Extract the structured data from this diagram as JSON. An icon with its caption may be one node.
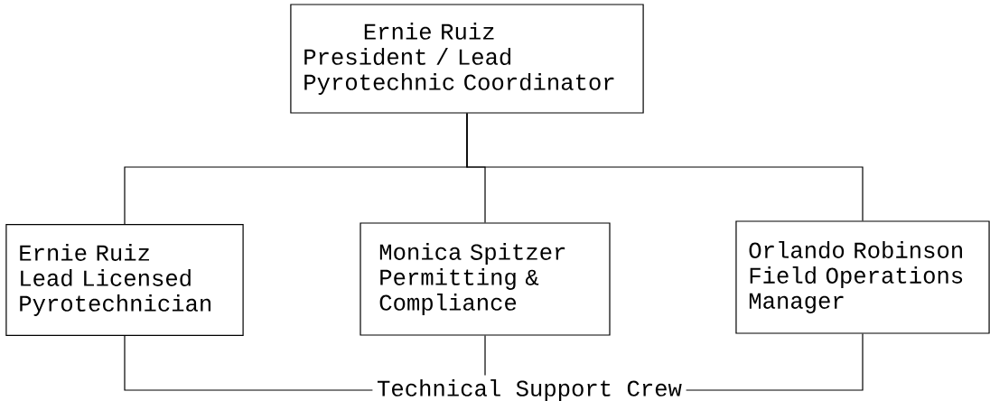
{
  "diagram": {
    "nodes": [
      {
        "text": [
          "Ernie Ruiz",
          "President / Lead Pyrotechnic Coordinator"
        ]
      },
      {
        "text": [
          "Ernie Ruiz",
          "Lead Licensed Pyrotechnician"
        ]
      },
      {
        "text": [
          "Monica Spitzer",
          "Permitting & Compliance"
        ]
      },
      {
        "text": [
          "Orlando Robinson",
          "Field Operations Manager"
        ]
      },
      {
        "text": [
          "Technical Support Crew"
        ]
      }
    ],
    "edges": [
      {
        "from": 0,
        "to": 1,
        "arrow": "none"
      },
      {
        "from": 0,
        "to": 2,
        "arrow": "none"
      },
      {
        "from": 0,
        "to": 3,
        "arrow": "none"
      },
      {
        "from": 1,
        "to": 4,
        "arrow": "none"
      },
      {
        "from": 2,
        "to": 4,
        "arrow": "none"
      },
      {
        "from": 3,
        "to": 4,
        "arrow": "none"
      }
    ]
  }
}
